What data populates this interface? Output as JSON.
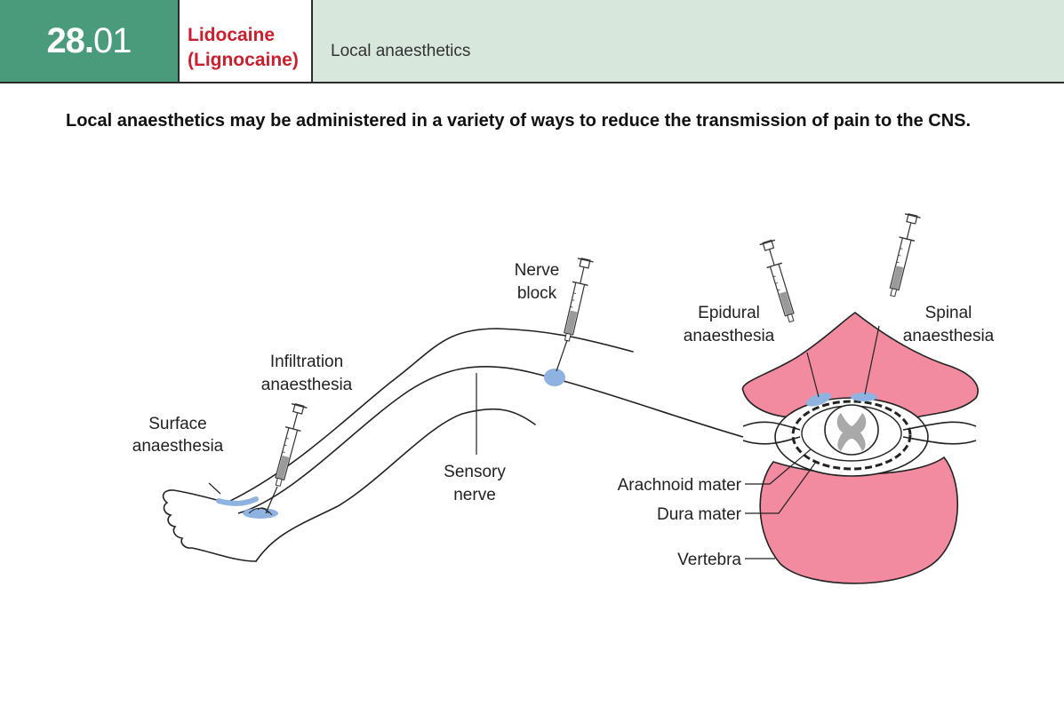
{
  "header": {
    "chapter_number": "28.",
    "chapter_sub": "01",
    "drug_line1": "Lidocaine",
    "drug_line2": "(Lignocaine)",
    "subject": "Local anaesthetics"
  },
  "intro": "Local anaesthetics may be administered in a variety of ways to reduce the transmission of pain to the CNS.",
  "labels": {
    "surface": [
      "Surface",
      "anaesthesia"
    ],
    "infiltration": [
      "Infiltration",
      "anaesthesia"
    ],
    "sensory_nerve": [
      "Sensory",
      "nerve"
    ],
    "nerve_block": [
      "Nerve",
      "block"
    ],
    "epidural": [
      "Epidural",
      "anaesthesia"
    ],
    "spinal": [
      "Spinal",
      "anaesthesia"
    ],
    "arachnoid": "Arachnoid mater",
    "dura": "Dura mater",
    "vertebra": "Vertebra"
  },
  "colors": {
    "header_bg": "#d8e7dc",
    "number_bg": "#4a9a7c",
    "drug_red": "#c8202e",
    "bone_pink": "#f28ba0",
    "anaesthetic_blue": "#8fb3e0"
  }
}
